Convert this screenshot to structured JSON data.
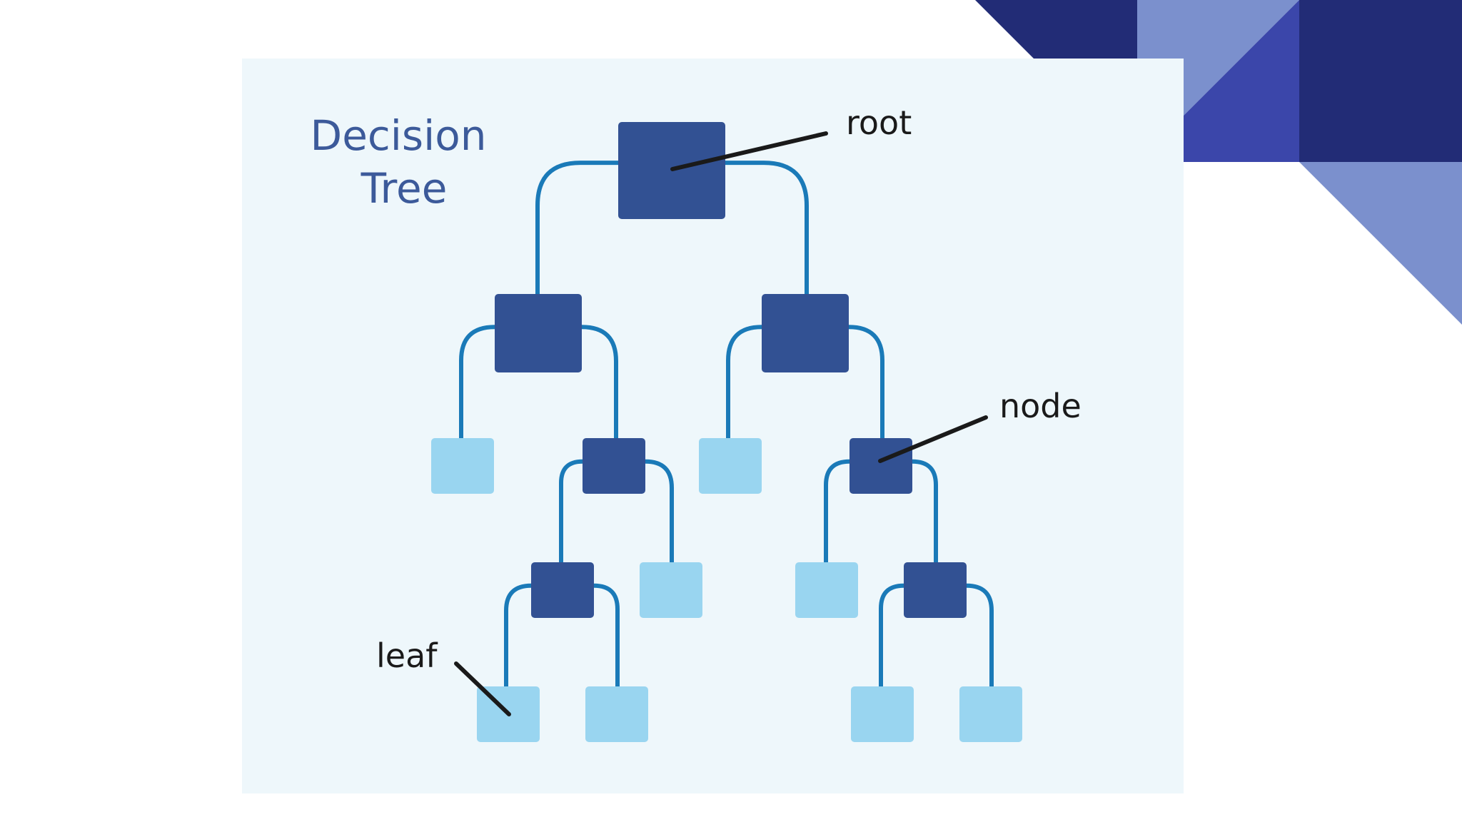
{
  "colors": {
    "background": "#ffffff",
    "panel": "#eef7fb",
    "internal_node": "#325193",
    "leaf_node": "#99d5f0",
    "connector": "#1a7ab8",
    "pointer": "#1a1a1a",
    "title_text": "#3c5a9a",
    "label_text": "#1a1a1a",
    "deco_navy": "#222c76",
    "deco_royal": "#3b46aa",
    "deco_periwinkle": "#7b90cd"
  },
  "diagram": {
    "title_line1": "Decision",
    "title_line2": "Tree",
    "labels": {
      "root": "root",
      "node": "node",
      "leaf": "leaf"
    },
    "nodes": [
      {
        "id": "root",
        "kind": "internal"
      },
      {
        "id": "n-left",
        "kind": "internal"
      },
      {
        "id": "n-right",
        "kind": "internal"
      },
      {
        "id": "leaf-1",
        "kind": "leaf"
      },
      {
        "id": "n-left-right",
        "kind": "internal"
      },
      {
        "id": "leaf-2",
        "kind": "leaf"
      },
      {
        "id": "n-right-right",
        "kind": "internal"
      },
      {
        "id": "n-llr",
        "kind": "internal"
      },
      {
        "id": "leaf-3",
        "kind": "leaf"
      },
      {
        "id": "leaf-4",
        "kind": "leaf"
      },
      {
        "id": "n-rrr",
        "kind": "internal"
      },
      {
        "id": "leaf-5",
        "kind": "leaf"
      },
      {
        "id": "leaf-6",
        "kind": "leaf"
      },
      {
        "id": "leaf-7",
        "kind": "leaf"
      },
      {
        "id": "leaf-8",
        "kind": "leaf"
      }
    ],
    "edges": [
      [
        "root",
        "n-left"
      ],
      [
        "root",
        "n-right"
      ],
      [
        "n-left",
        "leaf-1"
      ],
      [
        "n-left",
        "n-left-right"
      ],
      [
        "n-right",
        "leaf-2"
      ],
      [
        "n-right",
        "n-right-right"
      ],
      [
        "n-left-right",
        "n-llr"
      ],
      [
        "n-left-right",
        "leaf-4"
      ],
      [
        "n-llr",
        "leaf-3"
      ],
      [
        "n-llr",
        "leaf-5"
      ],
      [
        "n-right-right",
        "leaf-6"
      ],
      [
        "n-right-right",
        "n-rrr"
      ],
      [
        "n-rrr",
        "leaf-7"
      ],
      [
        "n-rrr",
        "leaf-8"
      ]
    ]
  }
}
